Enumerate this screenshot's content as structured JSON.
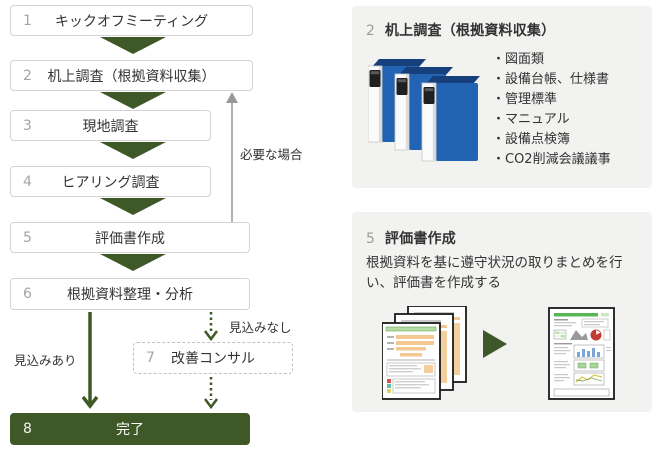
{
  "colors": {
    "accent_green": "#3f5827",
    "panel_bg": "#f2f2f0",
    "binder_blue": "#2263b4",
    "arrow_gray": "#999999"
  },
  "flow": {
    "steps": [
      {
        "num": "1",
        "label": "キックオフミーティング"
      },
      {
        "num": "2",
        "label": "机上調査（根拠資料収集）"
      },
      {
        "num": "3",
        "label": "現地調査"
      },
      {
        "num": "4",
        "label": "ヒアリング調査"
      },
      {
        "num": "5",
        "label": "評価書作成"
      },
      {
        "num": "6",
        "label": "根拠資料整理・分析"
      },
      {
        "num": "7",
        "label": "改善コンサル"
      },
      {
        "num": "8",
        "label": "完了"
      }
    ],
    "labels": {
      "if_needed": "必要な場合",
      "prospect_yes": "見込みあり",
      "prospect_no": "見込みなし"
    }
  },
  "panels": {
    "desk_survey": {
      "num": "2",
      "title": "机上調査（根拠資料収集）",
      "items": [
        "・図面類",
        "・設備台帳、仕様書",
        "・管理標準",
        "・マニュアル",
        "・設備点検簿",
        "・CO2削減会議議事"
      ]
    },
    "report": {
      "num": "5",
      "title": "評価書作成",
      "body": "根拠資料を基に遵守状況の取りまとめを行い、評価書を作成する"
    }
  }
}
